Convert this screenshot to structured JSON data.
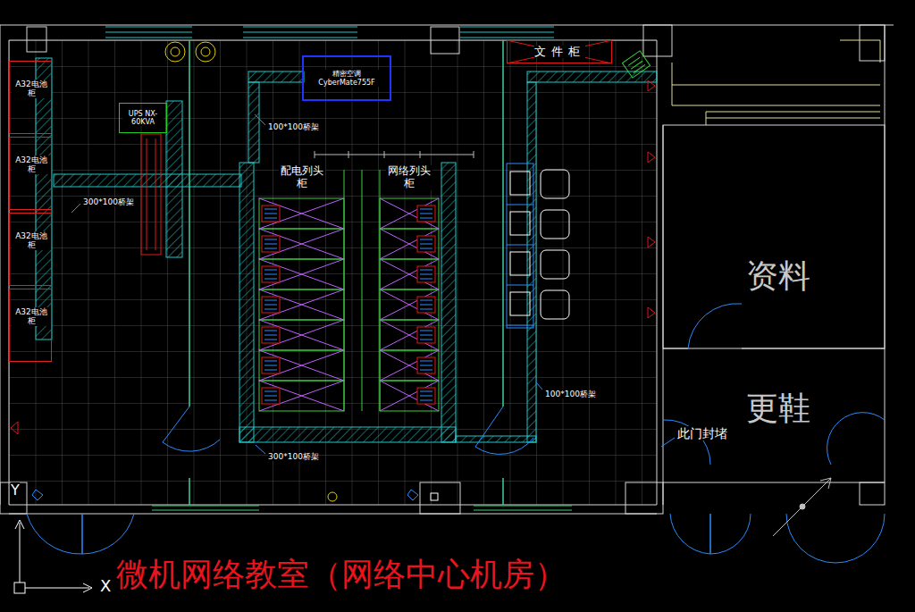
{
  "diagram": {
    "title": "微机网络教室（网络中心机房）",
    "nodes": [
      {
        "text": [
          "A32电池柜"
        ]
      },
      {
        "text": [
          "A32电池柜"
        ]
      },
      {
        "text": [
          "A32电池柜"
        ]
      },
      {
        "text": [
          "A32电池柜"
        ]
      },
      {
        "text": [
          "UPS NX-60KVA"
        ]
      },
      {
        "text": [
          "精密空调 CyberMate755F"
        ]
      },
      {
        "text": [
          "文件柜"
        ]
      },
      {
        "text": [
          "配电列头柜"
        ]
      },
      {
        "text": [
          "网络列头柜"
        ]
      },
      {
        "text": [
          "资料"
        ]
      },
      {
        "text": [
          "更鞋"
        ]
      }
    ],
    "labels": [
      "100*100桥架",
      "300*100桥架",
      "100*100桥架",
      "300*100桥架",
      "此门封堵",
      "X",
      "Y"
    ]
  }
}
